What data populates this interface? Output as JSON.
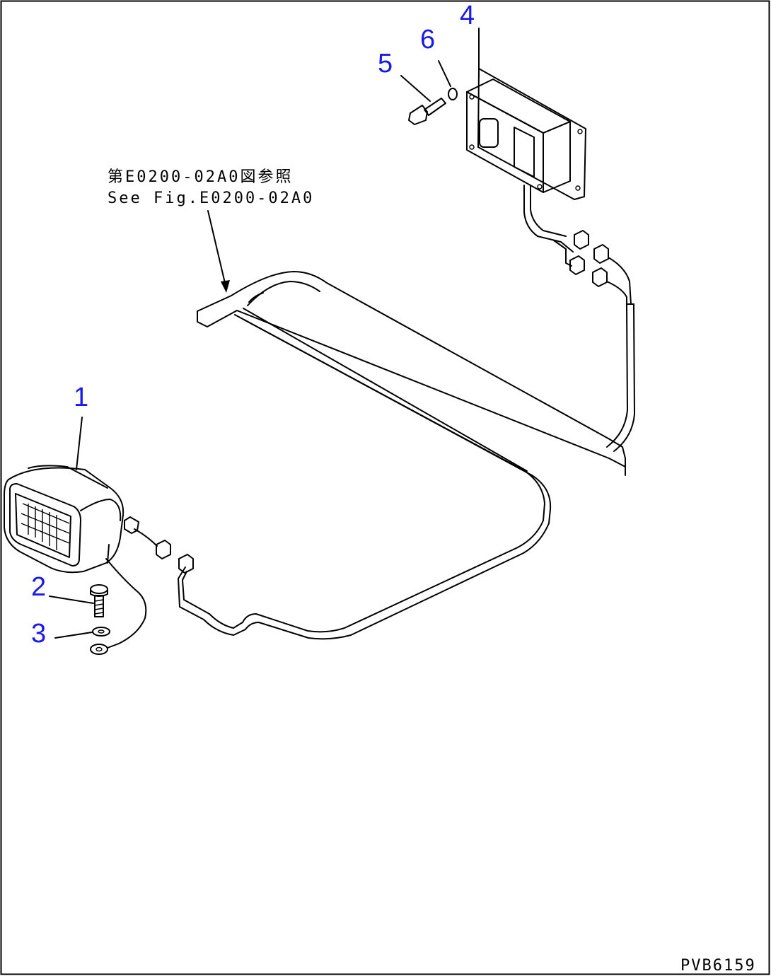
{
  "diagram": {
    "callouts": [
      {
        "id": "1",
        "label": "1"
      },
      {
        "id": "2",
        "label": "2"
      },
      {
        "id": "3",
        "label": "3"
      },
      {
        "id": "4",
        "label": "4"
      },
      {
        "id": "5",
        "label": "5"
      },
      {
        "id": "6",
        "label": "6"
      }
    ],
    "reference_note": {
      "line_jp": "第E0200-02A0図参照",
      "line_en": "See Fig.E0200-02A0"
    },
    "drawing_number": "PVB6159",
    "colors": {
      "callout": "#1a1ae6",
      "line": "#000000",
      "background": "#ffffff"
    }
  }
}
